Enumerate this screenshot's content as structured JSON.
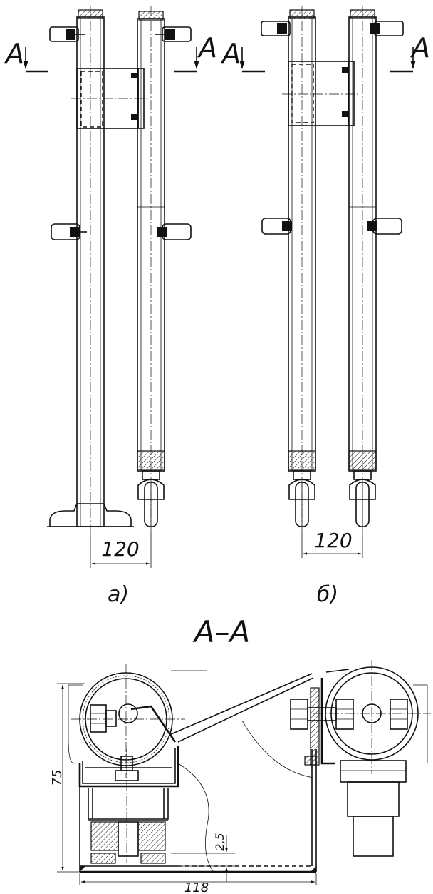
{
  "section_marks": {
    "left_a": "A",
    "right_a": "A",
    "left_b": "A",
    "right_b": "A"
  },
  "variant_labels": {
    "a": "а)",
    "b": "б)"
  },
  "section_title": "А–А",
  "dimensions": {
    "width_a": "120",
    "width_b": "120",
    "height_75": "75",
    "gap_2_5": "2,5",
    "width_118": "118"
  }
}
